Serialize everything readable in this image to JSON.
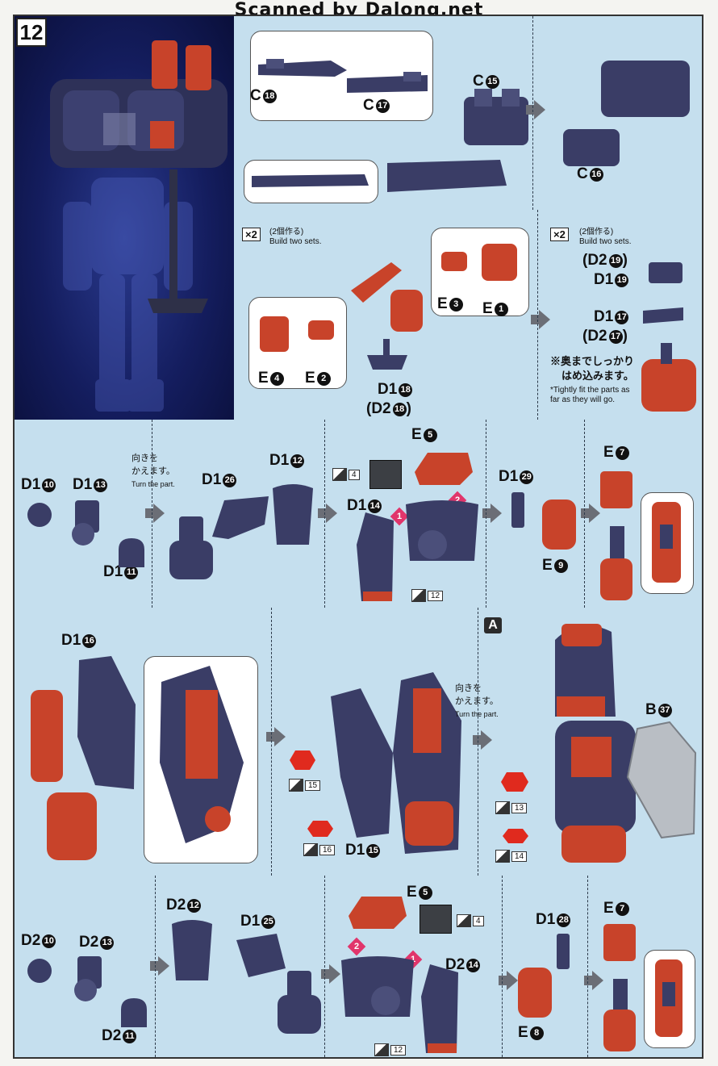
{
  "watermark": "Scanned by Dalong.net",
  "step_number": "12",
  "row1": {
    "labels": {
      "c18": "C",
      "c18n": "18",
      "c17": "C",
      "c17n": "17",
      "c15": "C",
      "c15n": "15",
      "c16": "C",
      "c16n": "16"
    }
  },
  "row2": {
    "left": {
      "multiplier": "×2",
      "jp": "(2個作る)",
      "en": "Build two sets.",
      "labels": {
        "e4": "E",
        "e4n": "4",
        "e2": "E",
        "e2n": "2",
        "e3": "E",
        "e3n": "3",
        "e1": "E",
        "e1n": "1",
        "d118": "D1",
        "d118n": "18",
        "d218": "(D2",
        "d218n": "18",
        "d218close": ")"
      }
    },
    "right": {
      "multiplier": "×2",
      "jp": "(2個作る)",
      "en": "Build two sets.",
      "labels": {
        "d219a": "(D2",
        "d219an": "19",
        "d219close": ")",
        "d119": "D1",
        "d119n": "19",
        "d117": "D1",
        "d117n": "17",
        "d217": "(D2",
        "d217n": "17",
        "d217close": ")"
      },
      "note_jp_1": "※奥までしっかり",
      "note_jp_2": "はめ込みます。",
      "note_en": "*Tightly fit the parts as far as they will go."
    }
  },
  "row3": {
    "turn_jp_1": "向きを",
    "turn_jp_2": "かえます。",
    "turn_en": "Turn the part.",
    "labels": {
      "d110": "D1",
      "d110n": "10",
      "d113": "D1",
      "d113n": "13",
      "d111": "D1",
      "d111n": "11",
      "d126": "D1",
      "d126n": "26",
      "d112": "D1",
      "d112n": "12",
      "e5": "E",
      "e5n": "5",
      "d114": "D1",
      "d114n": "14",
      "d129": "D1",
      "d129n": "29",
      "e9": "E",
      "e9n": "9",
      "e7": "E",
      "e7n": "7"
    },
    "seals": {
      "s4": "4",
      "s12": "12"
    },
    "marks": {
      "m1": "1",
      "m2": "2"
    }
  },
  "row4": {
    "turn_jp_1": "向きを",
    "turn_jp_2": "かえます。",
    "turn_en": "Turn the part.",
    "section": "A",
    "labels": {
      "d116": "D1",
      "d116n": "16",
      "d115": "D1",
      "d115n": "15",
      "b37": "B",
      "b37n": "37"
    },
    "seals": {
      "s15": "15",
      "s16": "16",
      "s13": "13",
      "s14": "14"
    }
  },
  "row5": {
    "labels": {
      "d210": "D2",
      "d210n": "10",
      "d213": "D2",
      "d213n": "13",
      "d211": "D2",
      "d211n": "11",
      "d212": "D2",
      "d212n": "12",
      "d125": "D1",
      "d125n": "25",
      "e5": "E",
      "e5n": "5",
      "d214": "D2",
      "d214n": "14",
      "d128": "D1",
      "d128n": "28",
      "e8": "E",
      "e8n": "8",
      "e7": "E",
      "e7n": "7"
    },
    "seals": {
      "s4": "4",
      "s12": "12"
    },
    "marks": {
      "m1": "1",
      "m2": "2"
    }
  },
  "colors": {
    "panel_bg": "#c5dfee",
    "navy_part": "#3a3d66",
    "red_part": "#c8432a",
    "hero_bg": "#141d5e",
    "arrow": "#6b6e76",
    "marker": "#e1356b"
  }
}
